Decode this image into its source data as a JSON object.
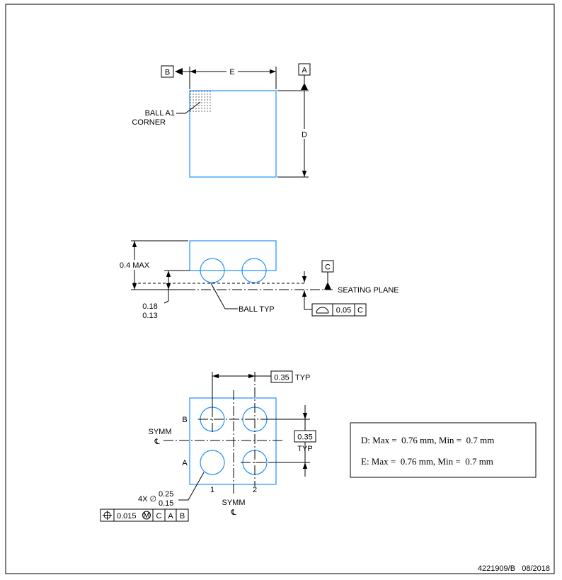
{
  "datums": {
    "a": "A",
    "b": "B",
    "c": "C"
  },
  "dims": {
    "e": "E",
    "d": "D",
    "max_height": "0.4 MAX",
    "ball_h_max": "0.18",
    "ball_h_min": "0.13",
    "pitch_x": "0.35",
    "pitch_y": "0.35",
    "typ": "TYP",
    "diam_prefix": "4X ∅",
    "diam_max": "0.25",
    "diam_min": "0.15"
  },
  "labels": {
    "ball_a1_line1": "BALL A1",
    "ball_a1_line2": "CORNER",
    "seating_plane": "SEATING PLANE",
    "ball_typ": "BALL TYP",
    "symm": "SYMM",
    "centerline": "℄",
    "row_b": "B",
    "row_a": "A",
    "col_1": "1",
    "col_2": "2"
  },
  "flatness_frame": {
    "value": "0.05",
    "datum": "C"
  },
  "position_frame": {
    "value": "0.015",
    "datums": [
      "C",
      "A",
      "B"
    ]
  },
  "dimension_table": {
    "d_row": "D: Max =  0.76 mm, Min =  0.7 mm",
    "e_row": "E: Max =  0.76 mm, Min =  0.7 mm"
  },
  "footer": {
    "doc_id": "4221909/B   08/2018"
  },
  "colors": {
    "outline": "#1e90ff",
    "line": "#000000"
  }
}
